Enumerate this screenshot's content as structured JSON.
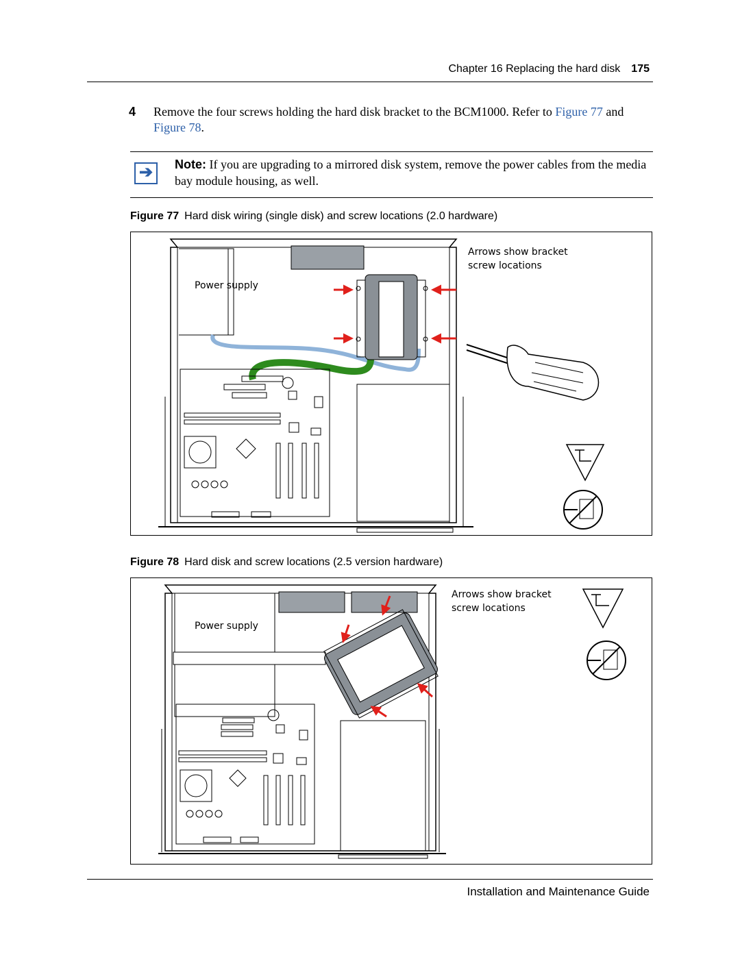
{
  "header": {
    "chapter_title": "Chapter 16 Replacing the hard disk",
    "page_number": "175"
  },
  "step": {
    "number": "4",
    "text": "Remove the four screws holding the hard disk bracket to the BCM1000. Refer to ",
    "link1": "Figure 77",
    "mid": " and ",
    "link2": "Figure 78",
    "end": "."
  },
  "note": {
    "label": "Note:",
    "text": " If you are upgrading to a mirrored disk system, remove the power cables from the media bay module housing, as well.",
    "icon": "arrow-right-icon"
  },
  "figure77": {
    "label": "Figure 77",
    "caption": "Hard disk wiring (single disk) and screw locations (2.0 hardware)",
    "callout_line1": "Arrows show bracket",
    "callout_line2": "screw locations",
    "power_supply": "Power supply"
  },
  "figure78": {
    "label": "Figure 78",
    "caption": "Hard disk and screw locations (2.5 version hardware)",
    "callout_line1": "Arrows show bracket",
    "callout_line2": "screw locations",
    "power_supply": "Power supply"
  },
  "footer": {
    "title": "Installation and Maintenance Guide"
  },
  "colors": {
    "link": "#2c5fa8",
    "arrow": "#e0201b",
    "green_cable": "#2e8b1e",
    "blue_cable": "#8fb3d9",
    "disk_gray": "#8a9096"
  }
}
